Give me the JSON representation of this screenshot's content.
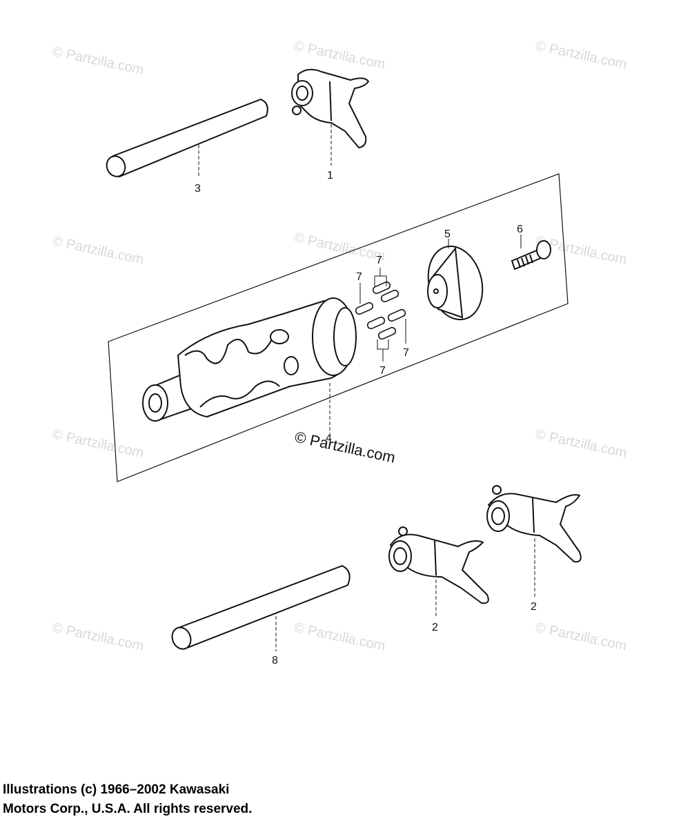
{
  "callouts": {
    "c1": "1",
    "c2a": "2",
    "c2b": "2",
    "c3": "3",
    "c4": "4",
    "c5": "5",
    "c6": "6",
    "c7a": "7",
    "c7b": "7",
    "c7c": "7",
    "c7d": "7",
    "c8": "8"
  },
  "watermark": {
    "text": "© Partzilla.com",
    "main": "© Partzilla.com"
  },
  "copyright": {
    "line1": "Illustrations (c) 1966–2002 Kawasaki",
    "line2": "Motors Corp., U.S.A.  All rights reserved."
  }
}
